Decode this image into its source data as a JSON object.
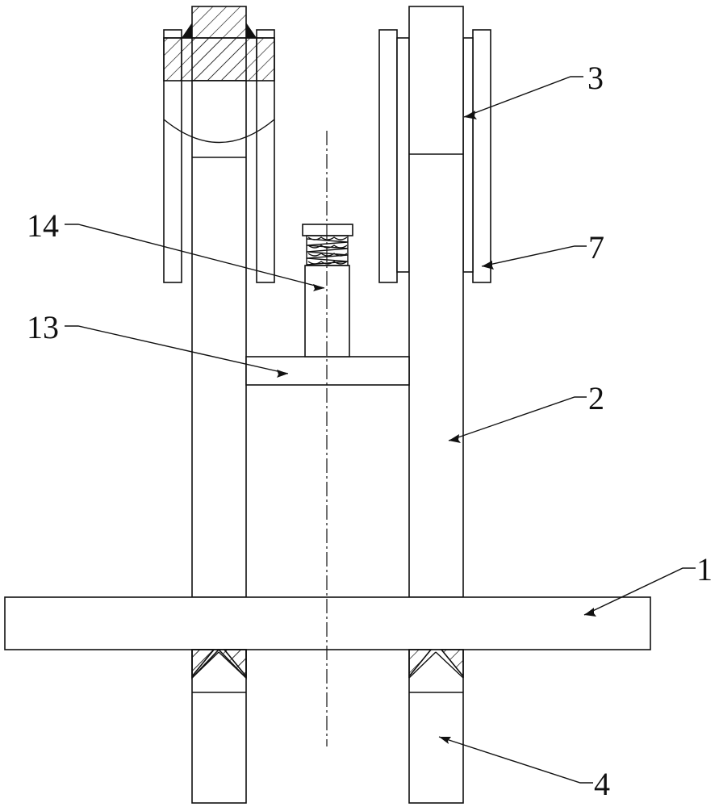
{
  "diagram": {
    "callouts": [
      {
        "id": "1",
        "label": "1",
        "part": "base-plate"
      },
      {
        "id": "2",
        "label": "2",
        "part": "right-column"
      },
      {
        "id": "3",
        "label": "3",
        "part": "right-column-head"
      },
      {
        "id": "4",
        "label": "4",
        "part": "lower-leg"
      },
      {
        "id": "7",
        "label": "7",
        "part": "side-guide-plate"
      },
      {
        "id": "13",
        "label": "13",
        "part": "crossbar"
      },
      {
        "id": "14",
        "label": "14",
        "part": "spring-plunger"
      }
    ],
    "colors": {
      "line": "#111111",
      "background": "#ffffff"
    }
  }
}
